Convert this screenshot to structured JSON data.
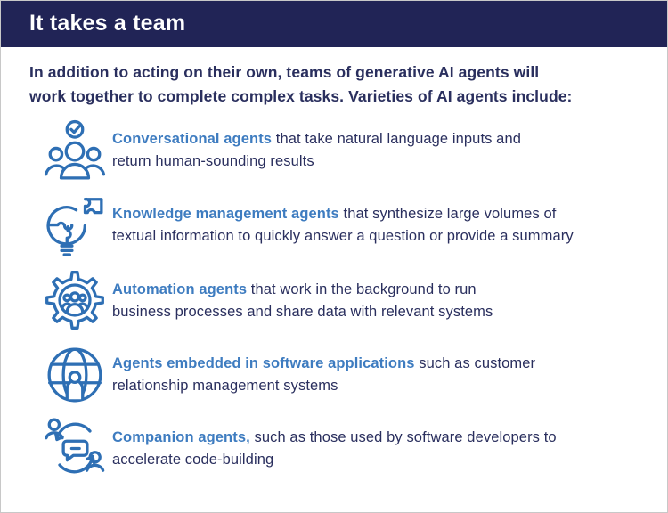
{
  "header": {
    "title": "It takes a team"
  },
  "intro": "In addition to acting on their own, teams of generative AI agents will\nwork together to complete complex tasks. Varieties of AI agents include:",
  "colors": {
    "header_bg": "#212456",
    "body_text": "#2a2f5e",
    "accent_text": "#3e7cc0",
    "icon_stroke": "#2e6fb4",
    "page_border": "#c8c8c8"
  },
  "items": [
    {
      "icon": "conversational-group-check-icon",
      "lead": "Conversational agents",
      "rest": " that take natural language inputs and\nreturn human-sounding results"
    },
    {
      "icon": "knowledge-puzzle-bulb-icon",
      "lead": "Knowledge management agents",
      "rest": " that synthesize large volumes of\ntextual information to quickly answer a question or provide a summary"
    },
    {
      "icon": "automation-gear-people-icon",
      "lead": "Automation agents",
      "rest": " that work in the background to run\nbusiness processes and share data with relevant systems"
    },
    {
      "icon": "globe-user-icon",
      "lead": "Agents embedded in software applications",
      "rest": " such as customer\nrelationship management systems"
    },
    {
      "icon": "companion-chat-exchange-icon",
      "lead": "Companion agents,",
      "rest": " such as those used by software developers to\naccelerate code-building"
    }
  ]
}
